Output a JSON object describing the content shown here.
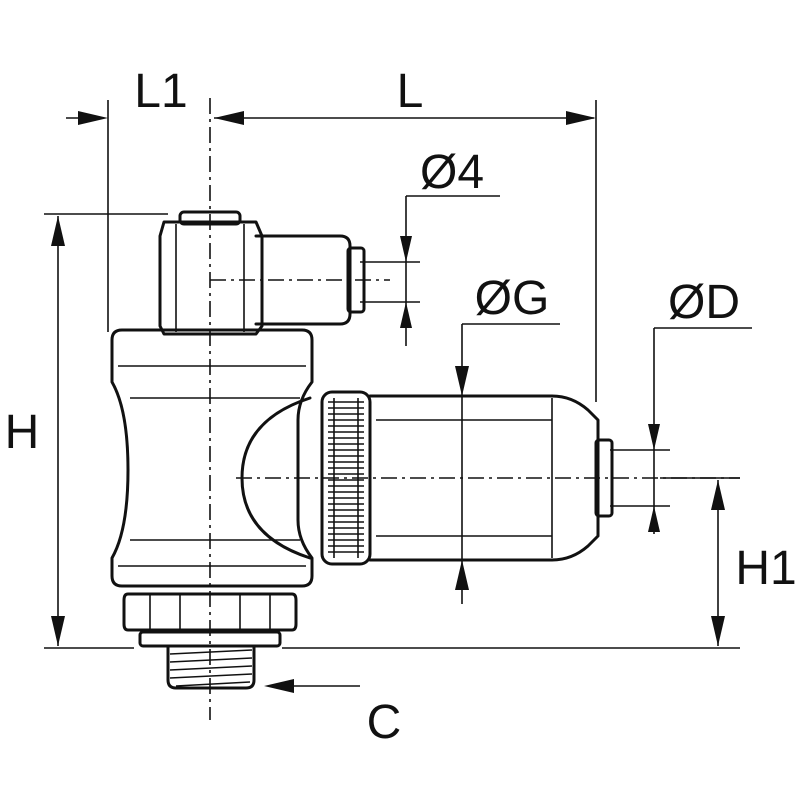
{
  "labels": {
    "l1": "L1",
    "l": "L",
    "o4": "Ø4",
    "og": "ØG",
    "od": "ØD",
    "h": "H",
    "h1": "H1",
    "c": "C"
  }
}
